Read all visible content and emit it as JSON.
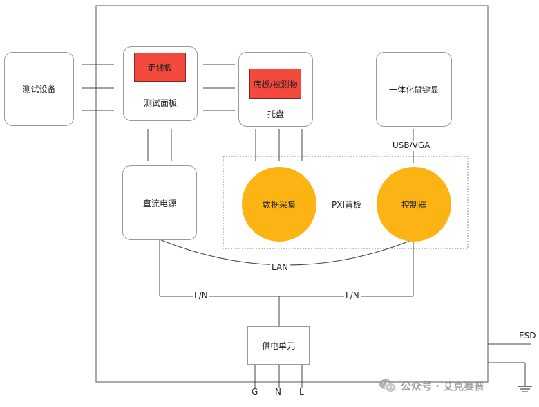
{
  "nodes": {
    "test_equipment": "测试设备",
    "wiring_board": "走线板",
    "test_panel": "测试面板",
    "fixture_dut": "底板/被测物",
    "tray": "托盘",
    "kvm": "一体化鼠键显",
    "dc_power": "直流电源",
    "data_acq": "数据采集",
    "pxi_backplane": "PXI背板",
    "controller": "控制器",
    "power_unit": "供电单元"
  },
  "labels": {
    "usb_vga": "USB/VGA",
    "lan": "LAN",
    "ln_left": "L/N",
    "ln_right": "L/N",
    "esd": "ESD",
    "g": "G",
    "n": "N",
    "l": "L"
  },
  "watermark": {
    "icon": "wechat-icon",
    "text": "公众号 · 艾克赛普"
  },
  "colors": {
    "red_block": "#f44a3e",
    "orange_circle": "#fbb414",
    "line": "#444444",
    "box_border": "#9a9a9a"
  }
}
